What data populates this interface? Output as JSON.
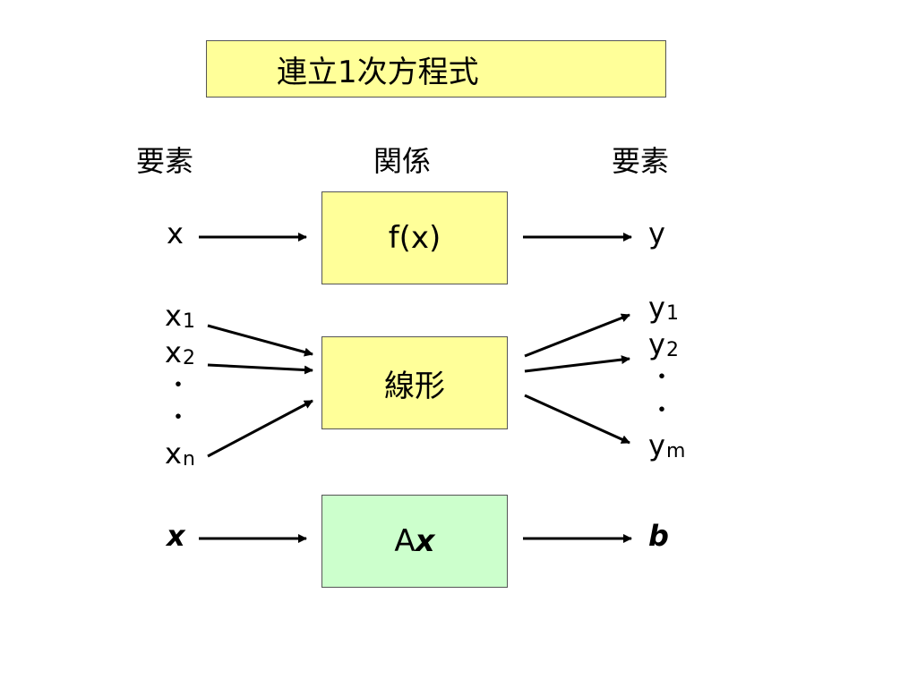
{
  "title": "連立1次方程式",
  "headers": {
    "left": "要素",
    "middle": "関係",
    "right": "要素"
  },
  "colors": {
    "yellow_box": "#ffff99",
    "green_box": "#ccffcc",
    "border": "#555555"
  },
  "row1": {
    "input": "x",
    "box": "f(x)",
    "output": "y"
  },
  "row2": {
    "inputs": [
      {
        "base": "x",
        "sub": "1"
      },
      {
        "base": "x",
        "sub": "2"
      },
      {
        "base": "x",
        "sub": "n"
      }
    ],
    "input_dots": [
      "・",
      "・"
    ],
    "box": "線形",
    "outputs": [
      {
        "base": "y",
        "sub": "1"
      },
      {
        "base": "y",
        "sub": "2"
      },
      {
        "base": "y",
        "sub": "m"
      }
    ],
    "output_dots": [
      "・",
      "・"
    ]
  },
  "row3": {
    "input": "x",
    "box_prefix": "A",
    "box_var": "x",
    "output": "b"
  }
}
